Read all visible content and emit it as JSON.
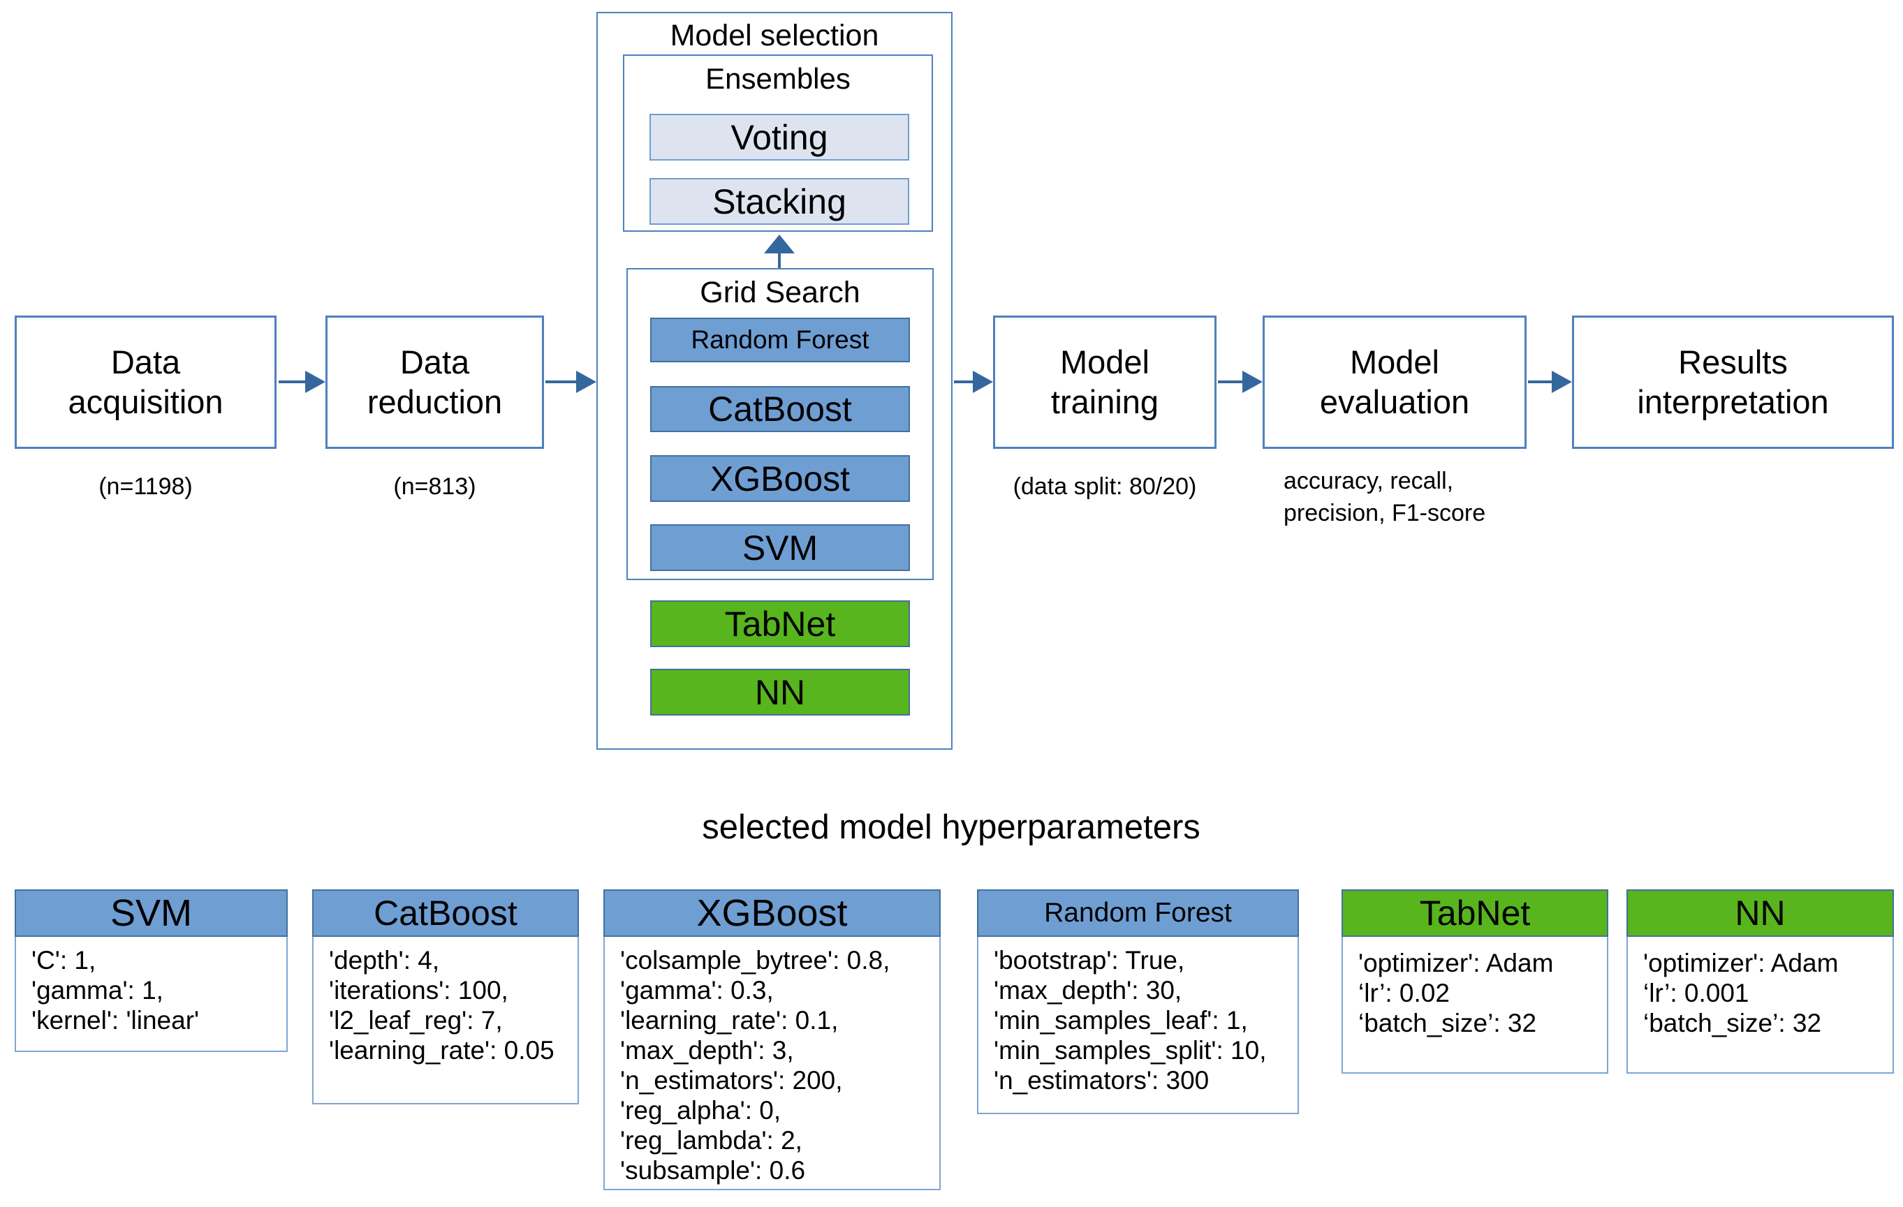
{
  "colors": {
    "chip_blue": "#6f9ed3",
    "chip_green": "#58b51e",
    "chip_light": "#dee4ef",
    "box_border_blue": "#4f81bd",
    "arrow_blue": "#35679f"
  },
  "pipeline": {
    "steps": [
      {
        "label": "Data acquisition",
        "notes": [
          "(n=1198)"
        ]
      },
      {
        "label": "Data reduction",
        "notes": [
          "(n=813)"
        ]
      },
      {
        "label": "Model training",
        "notes": [
          "(data split: 80/20)"
        ]
      },
      {
        "label": "Model evaluation",
        "notes": [
          "accuracy, recall,",
          "precision, F1-score"
        ]
      },
      {
        "label": "Results interpretation",
        "notes": []
      }
    ]
  },
  "model_selection": {
    "title": "Model selection",
    "ensembles": {
      "title": "Ensembles",
      "items": [
        "Voting",
        "Stacking"
      ]
    },
    "grid_search": {
      "title": "Grid Search",
      "items": [
        "Random Forest",
        "CatBoost",
        "XGBoost",
        "SVM"
      ]
    },
    "neural_models": [
      "TabNet",
      "NN"
    ]
  },
  "hyperparameters": {
    "title": "selected model hyperparameters",
    "cards": [
      {
        "name": "SVM",
        "style": "blue",
        "params": [
          "'C': 1,",
          "'gamma': 1,",
          "'kernel': 'linear'"
        ]
      },
      {
        "name": "CatBoost",
        "style": "blue",
        "params": [
          "'depth': 4,",
          "'iterations': 100,",
          "'l2_leaf_reg': 7,",
          "'learning_rate': 0.05"
        ]
      },
      {
        "name": "XGBoost",
        "style": "blue",
        "params": [
          "'colsample_bytree': 0.8,",
          "'gamma': 0.3,",
          "'learning_rate': 0.1,",
          "'max_depth': 3,",
          "'n_estimators': 200,",
          "'reg_alpha': 0,",
          "'reg_lambda': 2,",
          "'subsample': 0.6"
        ]
      },
      {
        "name": "Random Forest",
        "style": "blue",
        "params": [
          "'bootstrap': True,",
          "'max_depth': 30,",
          "'min_samples_leaf': 1,",
          "'min_samples_split': 10,",
          "'n_estimators': 300"
        ]
      },
      {
        "name": "TabNet",
        "style": "green",
        "params": [
          "'optimizer': Adam",
          "‘lr’: 0.02",
          "‘batch_size’: 32"
        ]
      },
      {
        "name": "NN",
        "style": "green",
        "params": [
          "'optimizer': Adam",
          "‘lr’: 0.001",
          "‘batch_size’: 32"
        ]
      }
    ]
  }
}
